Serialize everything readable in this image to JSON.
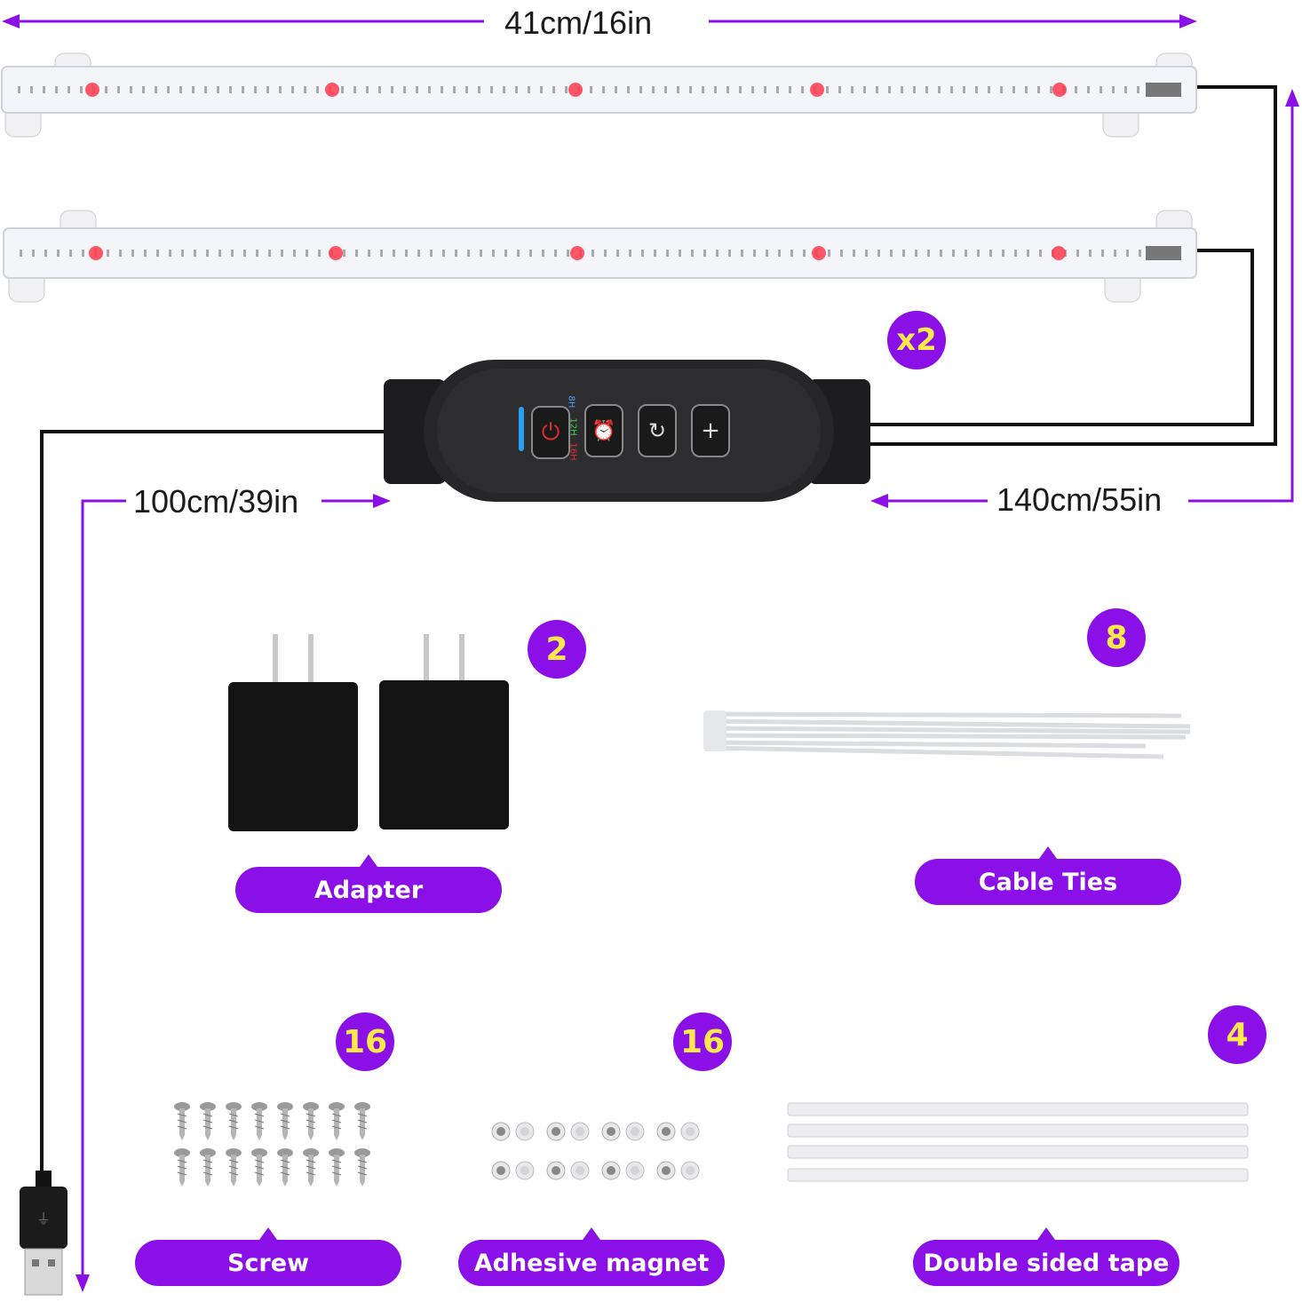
{
  "dimensions": {
    "strip_length": "41cm/16in",
    "left_cable": "100cm/39in",
    "right_cable": "140cm/55in"
  },
  "strip_quantity": "x2",
  "controller_labels": {
    "h8": "8H",
    "h12": "12H",
    "h16": "16H"
  },
  "accessories": {
    "adapter": {
      "count": "2",
      "label": "Adapter"
    },
    "cable_ties": {
      "count": "8",
      "label": "Cable Ties"
    },
    "screw": {
      "count": "16",
      "label": "Screw"
    },
    "adhesive_magnet": {
      "count": "16",
      "label": "Adhesive magnet"
    },
    "double_sided_tape": {
      "count": "4",
      "label": "Double sided tape"
    }
  },
  "colors": {
    "accent": "#8b10e8",
    "badge_text": "#ffe94a",
    "cable": "#111111"
  }
}
